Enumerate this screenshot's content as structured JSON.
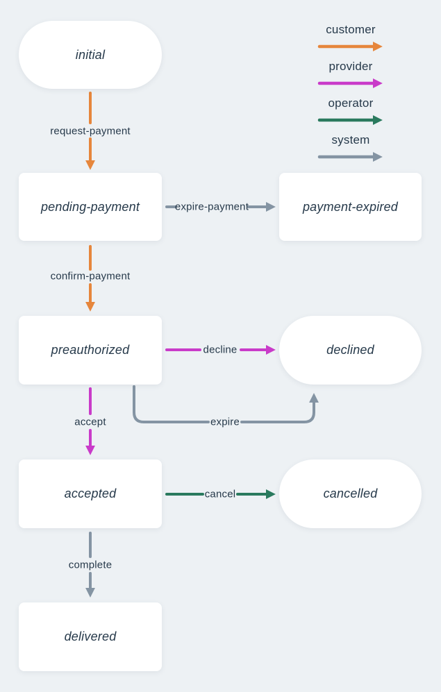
{
  "diagram": {
    "background": "#edf1f4",
    "node_fill": "#ffffff",
    "text_color": "#26394a"
  },
  "colors": {
    "customer": "#e6863c",
    "provider": "#c93bc9",
    "operator": "#2a7a5e",
    "system": "#8494a3"
  },
  "legend": {
    "items": [
      {
        "label": "customer",
        "color": "#e6863c"
      },
      {
        "label": "provider",
        "color": "#c93bc9"
      },
      {
        "label": "operator",
        "color": "#2a7a5e"
      },
      {
        "label": "system",
        "color": "#8494a3"
      }
    ]
  },
  "nodes": [
    {
      "id": "initial",
      "label": "initial",
      "shape": "stadium"
    },
    {
      "id": "pending-payment",
      "label": "pending-payment",
      "shape": "rect"
    },
    {
      "id": "payment-expired",
      "label": "payment-expired",
      "shape": "rect"
    },
    {
      "id": "preauthorized",
      "label": "preauthorized",
      "shape": "rect"
    },
    {
      "id": "declined",
      "label": "declined",
      "shape": "stadium"
    },
    {
      "id": "accepted",
      "label": "accepted",
      "shape": "rect"
    },
    {
      "id": "cancelled",
      "label": "cancelled",
      "shape": "stadium"
    },
    {
      "id": "delivered",
      "label": "delivered",
      "shape": "rect"
    }
  ],
  "edges": [
    {
      "id": "request-payment",
      "label": "request-payment",
      "actor": "customer",
      "from": "initial",
      "to": "pending-payment"
    },
    {
      "id": "expire-payment",
      "label": "expire-payment",
      "actor": "system",
      "from": "pending-payment",
      "to": "payment-expired"
    },
    {
      "id": "confirm-payment",
      "label": "confirm-payment",
      "actor": "customer",
      "from": "pending-payment",
      "to": "preauthorized"
    },
    {
      "id": "decline",
      "label": "decline",
      "actor": "provider",
      "from": "preauthorized",
      "to": "declined"
    },
    {
      "id": "expire",
      "label": "expire",
      "actor": "system",
      "from": "preauthorized",
      "to": "declined"
    },
    {
      "id": "accept",
      "label": "accept",
      "actor": "provider",
      "from": "preauthorized",
      "to": "accepted"
    },
    {
      "id": "cancel",
      "label": "cancel",
      "actor": "operator",
      "from": "accepted",
      "to": "cancelled"
    },
    {
      "id": "complete",
      "label": "complete",
      "actor": "system",
      "from": "accepted",
      "to": "delivered"
    }
  ]
}
